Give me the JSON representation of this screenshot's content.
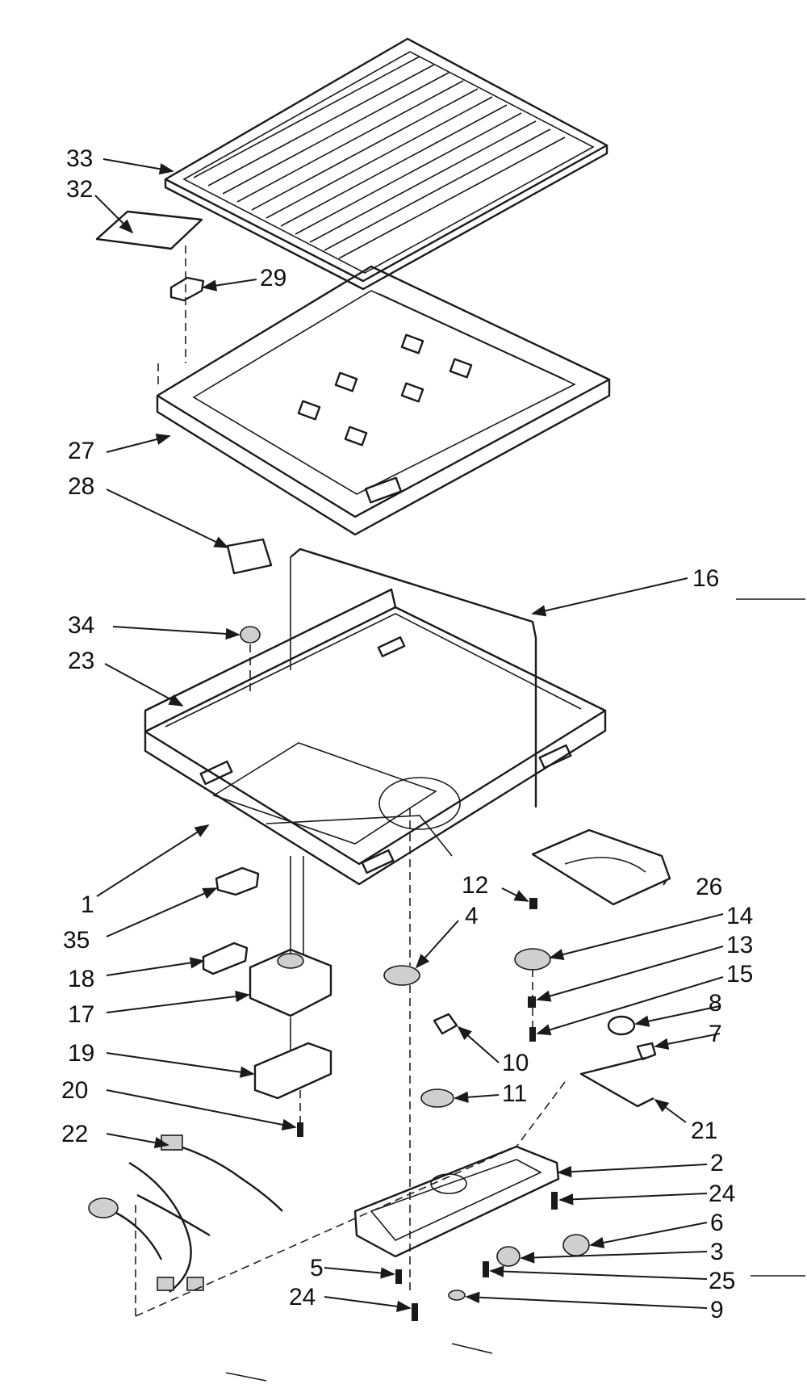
{
  "callouts": {
    "c33": "33",
    "c32": "32",
    "c29": "29",
    "c27": "27",
    "c28": "28",
    "c16": "16",
    "c34": "34",
    "c23": "23",
    "c1": "1",
    "c26": "26",
    "c35": "35",
    "c12": "12",
    "c14": "14",
    "c4": "4",
    "c13": "13",
    "c18": "18",
    "c15": "15",
    "c17": "17",
    "c8": "8",
    "c7": "7",
    "c19": "19",
    "c10": "10",
    "c20": "20",
    "c11": "11",
    "c22": "22",
    "c21": "21",
    "c2": "2",
    "c24a": "24",
    "c6": "6",
    "c3": "3",
    "c5": "5",
    "c25": "25",
    "c24b": "24",
    "c9": "9"
  }
}
